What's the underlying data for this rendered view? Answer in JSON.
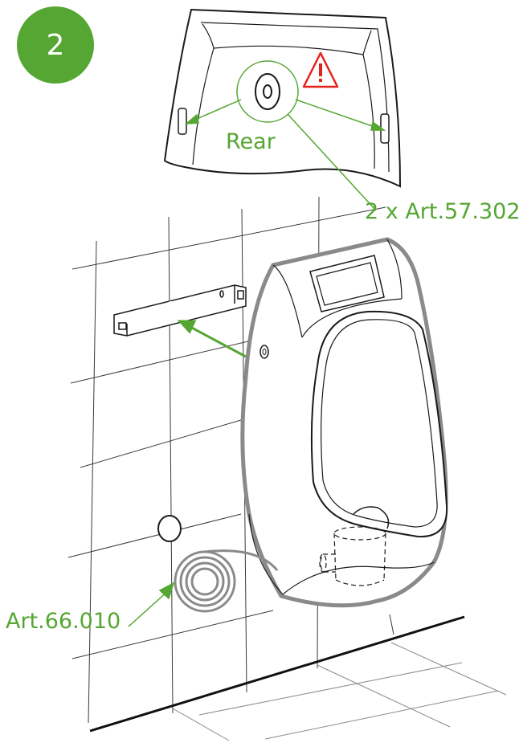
{
  "step": {
    "number": "2"
  },
  "labels": {
    "rear": "Rear",
    "fastener": "2 x Art.57.302",
    "tape": "Art.66.010"
  },
  "colors": {
    "accent": "#55a632",
    "warning": "#e2231a",
    "line": "#1a1a1a",
    "outline": "#8a8a8a"
  },
  "icons": [
    "warning-icon"
  ]
}
